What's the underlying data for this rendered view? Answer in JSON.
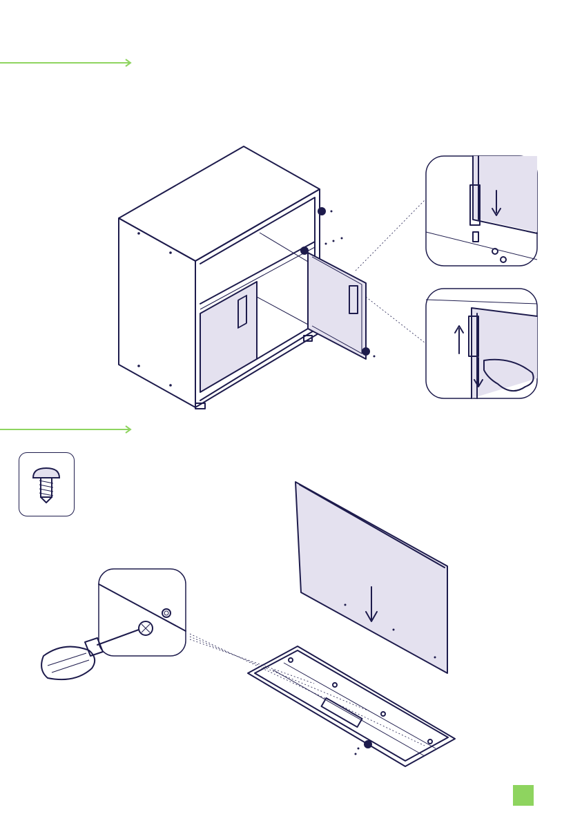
{
  "colors": {
    "accent": "#8ed45f",
    "ink": "#1d1b4c",
    "panel": "#e4e1ef"
  },
  "steps": [
    {
      "arrow_icon": "green-arrow-right-icon"
    },
    {
      "arrow_icon": "green-arrow-right-icon"
    }
  ],
  "illustrations": {
    "step1": [
      "cabinet-illustration",
      "hinge-detail-down-illustration",
      "hinge-detail-up-illustration"
    ],
    "step2": [
      "screw-part-icon",
      "back-panel-illustration",
      "base-frame-illustration",
      "screwdriver-detail-illustration"
    ]
  },
  "page_badge": {
    "color": "#8ed45f"
  }
}
